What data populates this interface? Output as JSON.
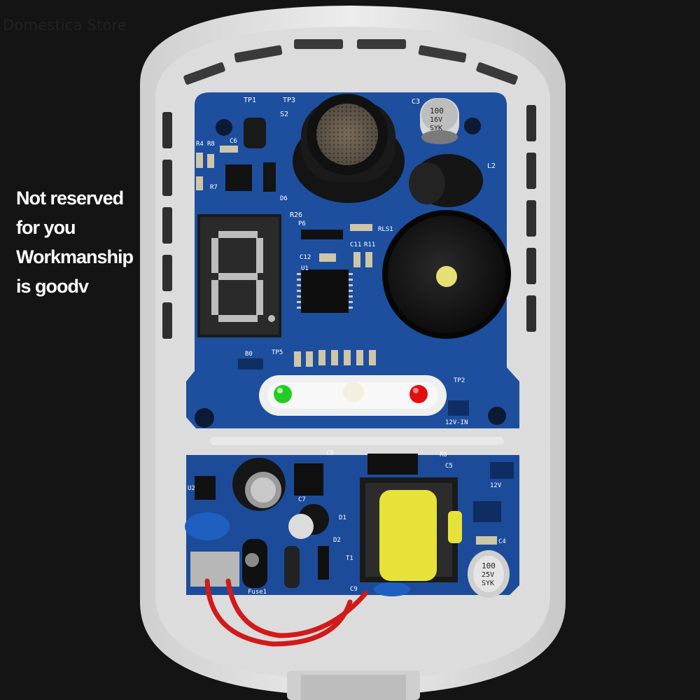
{
  "watermark": "Domestica Store",
  "caption": {
    "line1": "Not reserved",
    "line2": "for you",
    "line3": "Workmanship",
    "line4": "is goodv"
  },
  "pcb_labels": {
    "tp1": "TP1",
    "tp3": "TP3",
    "s2": "S2",
    "c3": "C3",
    "cap_top_value": "100",
    "cap_top_voltage": "16V",
    "cap_top_brand": "SYK",
    "r4": "R4",
    "r8": "R8",
    "c6": "C6",
    "l2": "L2",
    "r7": "R7",
    "d6": "D6",
    "r26": "R26",
    "p6": "P6",
    "rls1": "RLS1",
    "c11": "C11",
    "r11": "R11",
    "c12": "C12",
    "u1": "U1",
    "tp5": "TP5",
    "b0": "B0",
    "tp2": "TP2",
    "power_in": "12V-IN",
    "c8": "C8",
    "r6": "R6",
    "c5": "C5",
    "v12": "12V",
    "u2": "U2",
    "c7": "C7",
    "d1": "D1",
    "d2": "D2",
    "t1": "T1",
    "c4": "C4",
    "c9": "C9",
    "fuse": "Fuse1",
    "cap_bottom_value": "100",
    "cap_bottom_voltage": "25V",
    "cap_bottom_brand": "SYK"
  },
  "colors": {
    "background": "#141414",
    "housing": "#e6e6e6",
    "pcb": "#1d4f9e",
    "led_green": "#22cc22",
    "led_white": "#f4f0e0",
    "led_red": "#e01010",
    "transformer_core": "#e6e23a",
    "wire": "#d11a1a"
  }
}
